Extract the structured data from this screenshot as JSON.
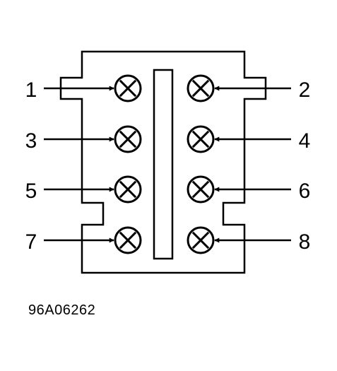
{
  "diagram": {
    "cylinders": [
      {
        "number": "1",
        "side": "left"
      },
      {
        "number": "2",
        "side": "right"
      },
      {
        "number": "3",
        "side": "left"
      },
      {
        "number": "4",
        "side": "right"
      },
      {
        "number": "5",
        "side": "left"
      },
      {
        "number": "6",
        "side": "right"
      },
      {
        "number": "7",
        "side": "left"
      },
      {
        "number": "8",
        "side": "right"
      }
    ],
    "reference_code": "96A06262",
    "colors": {
      "ink": "#000000",
      "background": "#ffffff"
    },
    "icons": {
      "cylinder": "circle-x-icon",
      "pointer": "arrow-icon"
    }
  }
}
